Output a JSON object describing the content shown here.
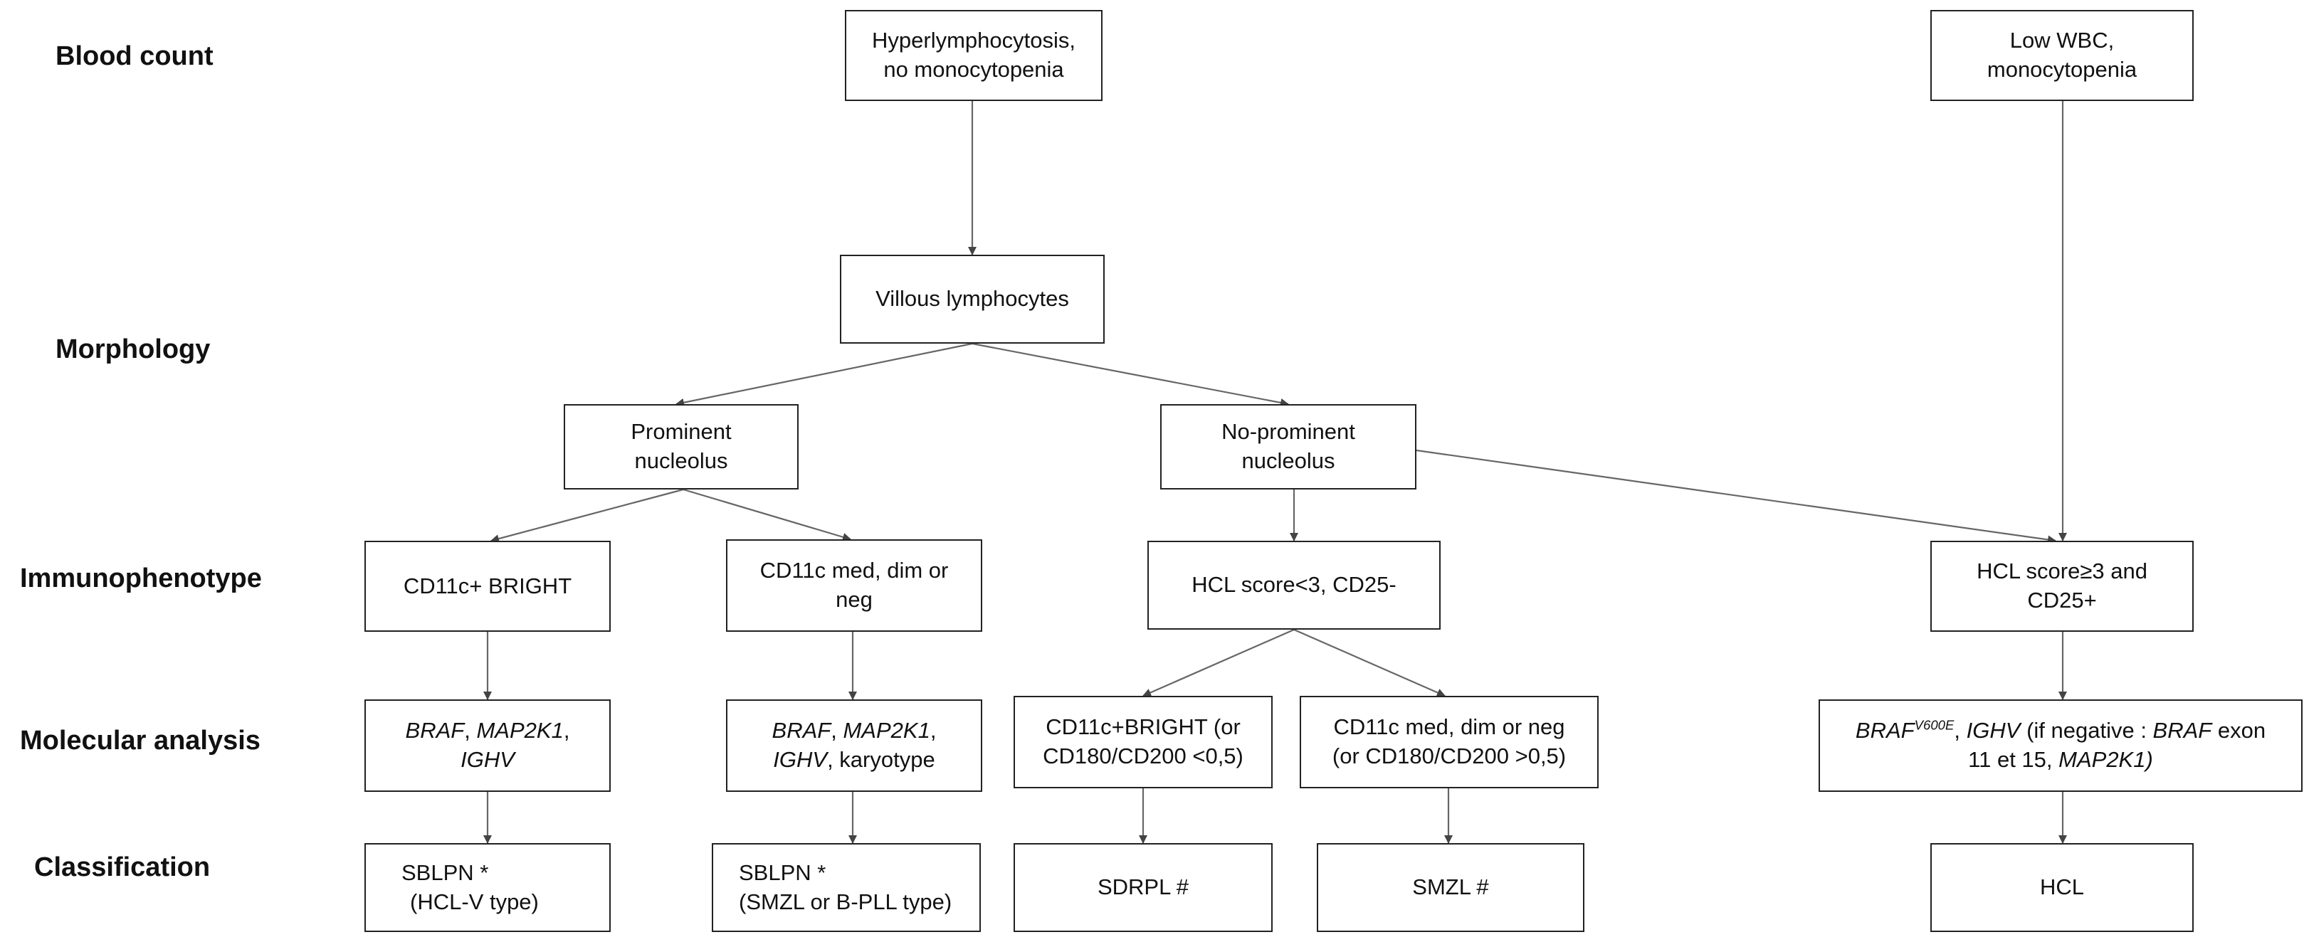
{
  "row_labels": {
    "blood_count": "Blood count",
    "morphology": "Morphology",
    "immunophenotype": "Immunophenotype",
    "molecular_analysis": "Molecular analysis",
    "classification": "Classification"
  },
  "nodes": {
    "hyperlymphocytosis": {
      "line1": "Hyperlymphocytosis,",
      "line2": "no monocytopenia"
    },
    "low_wbc": {
      "line1": "Low WBC,",
      "line2": "monocytopenia"
    },
    "villous": {
      "line1": "Villous lymphocytes"
    },
    "prominent": {
      "line1": "Prominent",
      "line2": "nucleolus"
    },
    "no_prominent": {
      "line1": "No-prominent",
      "line2": "nucleolus"
    },
    "cd11c_bright": {
      "line1": "CD11c+ BRIGHT"
    },
    "cd11c_med": {
      "line1": "CD11c med, dim or",
      "line2": "neg"
    },
    "hcl_score_lt3": {
      "line1": "HCL score<3,  CD25-"
    },
    "hcl_score_ge3": {
      "line1": "HCL score≥3 and",
      "line2": "CD25+"
    },
    "mol_left": {
      "braf": "BRAF",
      "sep": ", ",
      "map2k1": "MAP2K1",
      "comma": ",",
      "ighv": "IGHV"
    },
    "mol_mid": {
      "braf": "BRAF",
      "sep": ", ",
      "map2k1": "MAP2K1",
      "comma": ",",
      "ighv": "IGHV",
      "karyotype": ", karyotype"
    },
    "cd11c_bright_ratio": {
      "line1": "CD11c+BRIGHT (or",
      "line2": "CD180/CD200 <0,5)"
    },
    "cd11c_med_ratio": {
      "line1": "CD11c med, dim or neg",
      "line2": "(or CD180/CD200 >0,5)"
    },
    "mol_right": {
      "braf": "BRAF",
      "v600e": "V600E",
      "ighv_pre": ", ",
      "ighv": "IGHV",
      "if_negative": " (if negative : ",
      "braf2": "BRAF",
      "exon": " exon",
      "line2_pre": "11 et 15, ",
      "map2k1": "MAP2K1)"
    },
    "sblpn_hclv": {
      "line1": "SBLPN *",
      "line2": "(HCL-V type)"
    },
    "sblpn_smzl": {
      "line1": "SBLPN *",
      "line2": "(SMZL or B-PLL type)"
    },
    "sdrpl": {
      "line1": "SDRPL #"
    },
    "smzl": {
      "line1": "SMZL #"
    },
    "hcl": {
      "line1": "HCL"
    }
  }
}
